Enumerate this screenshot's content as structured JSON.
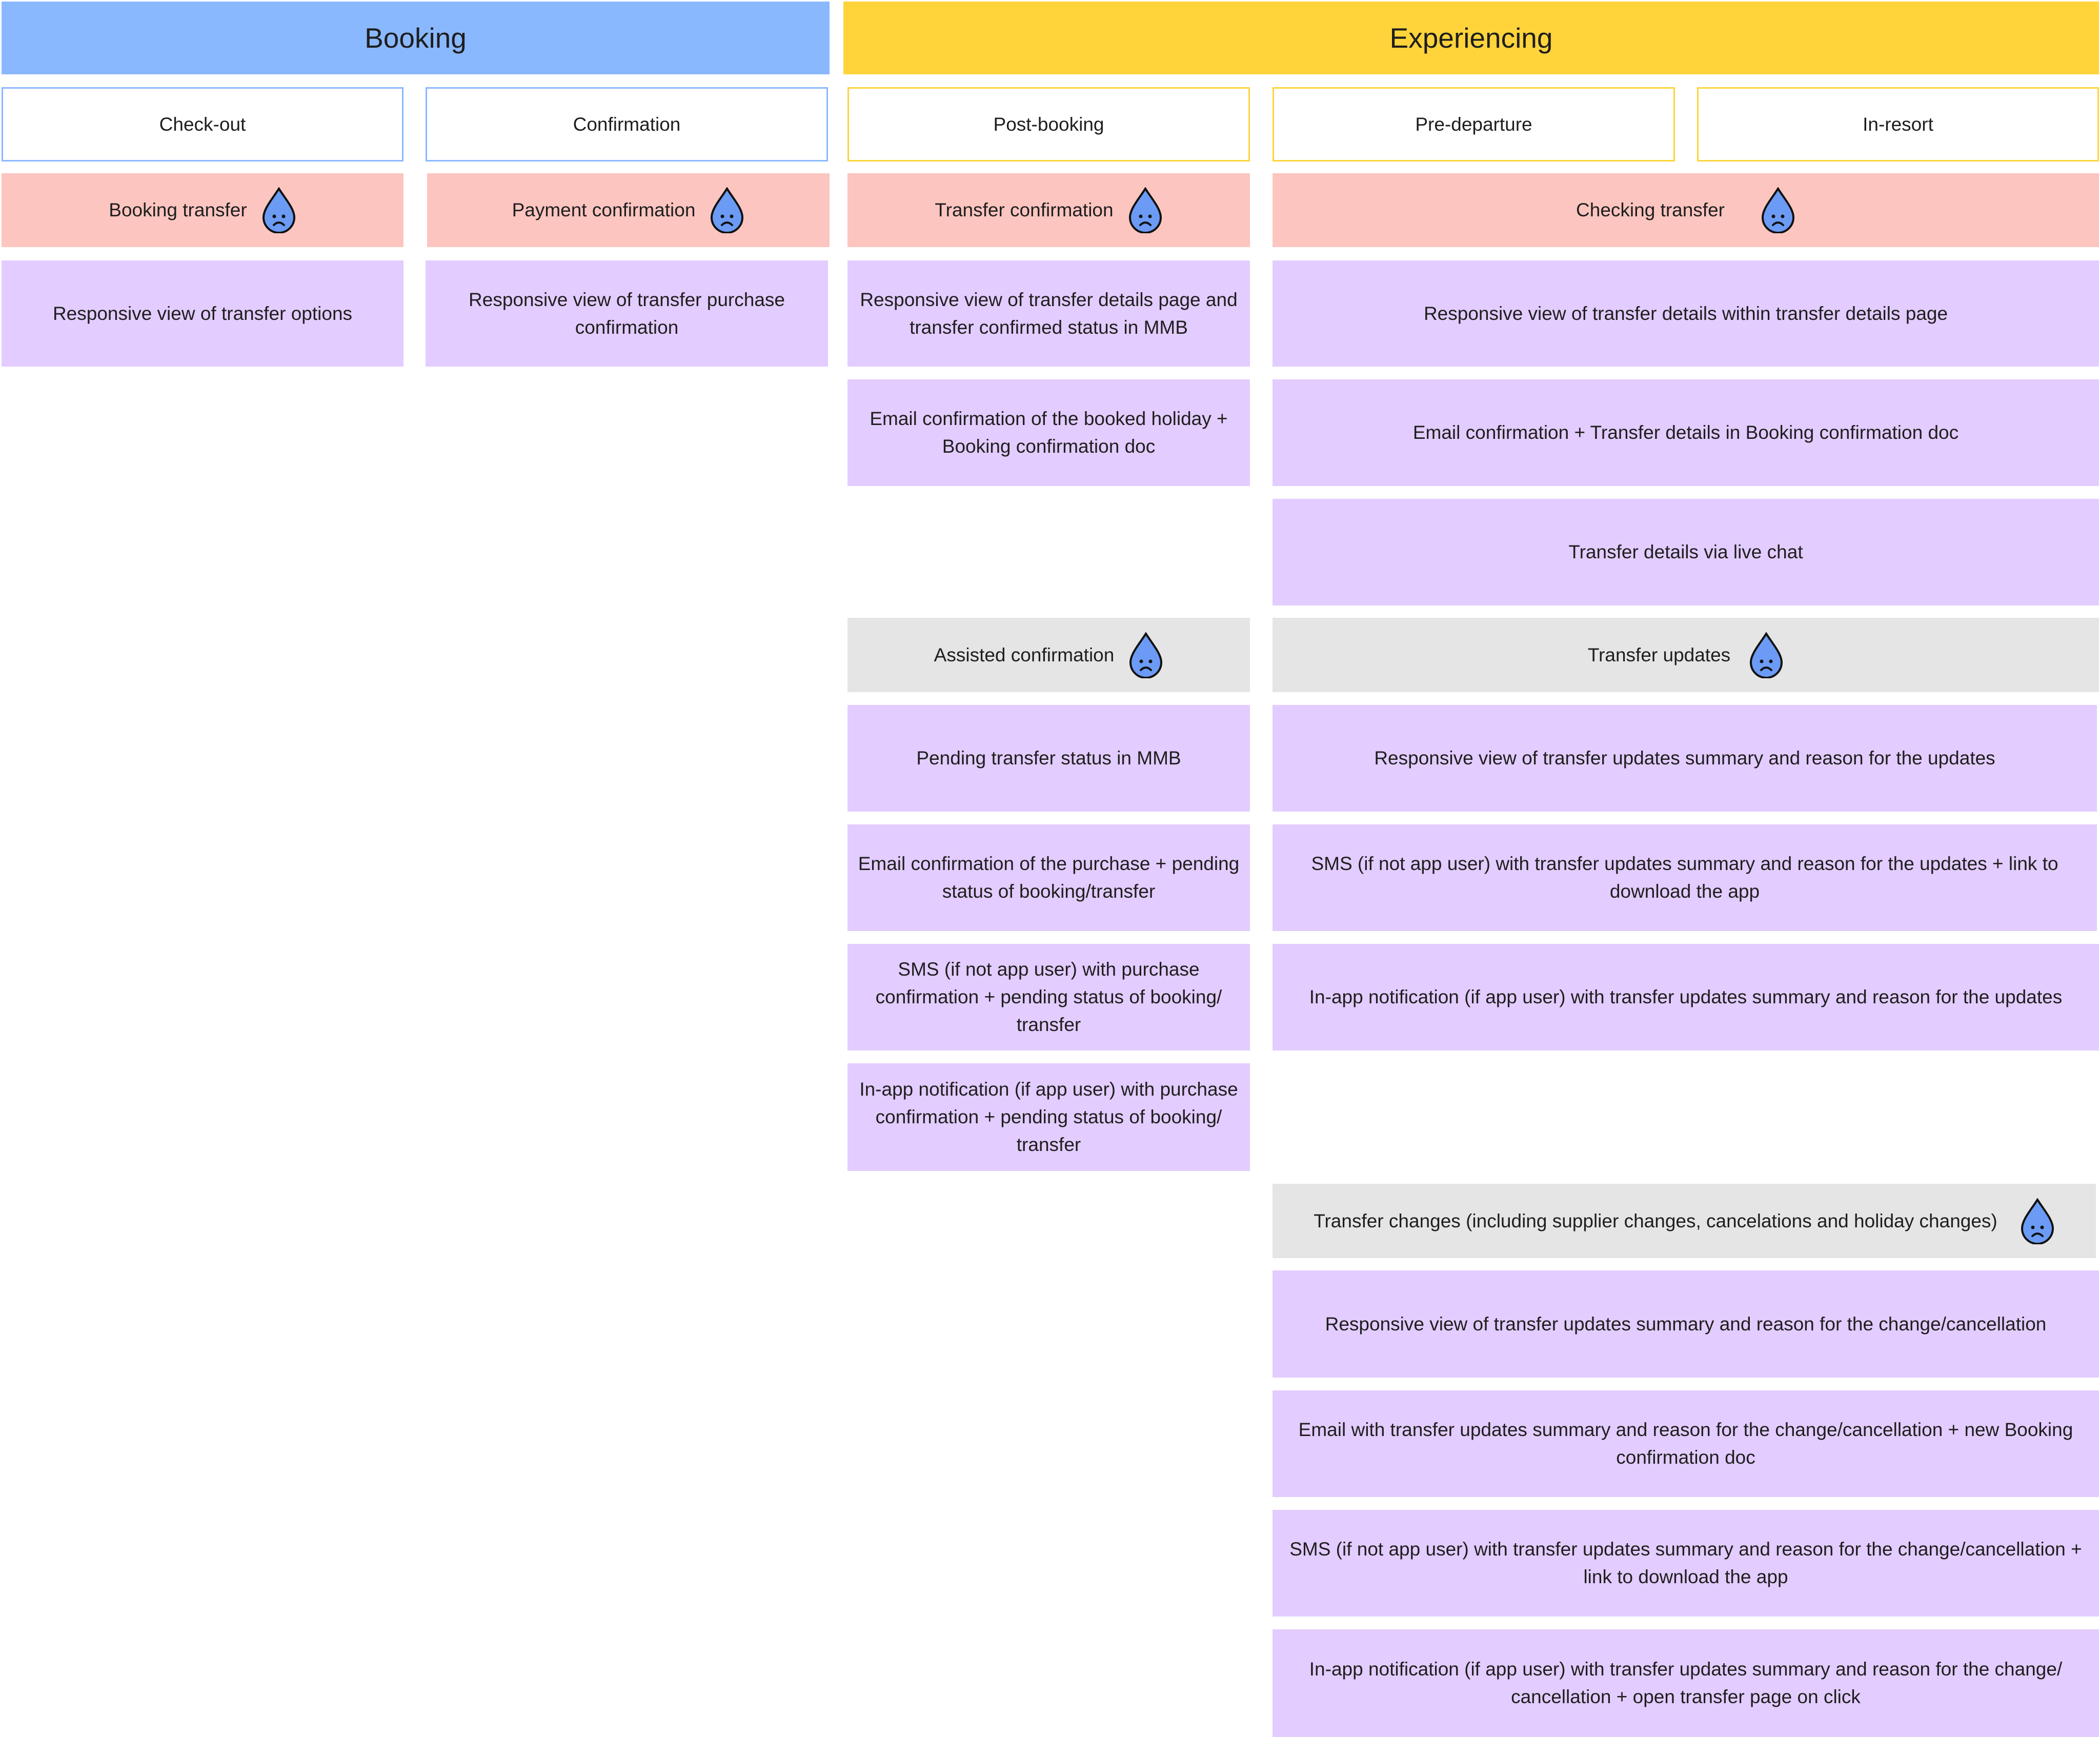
{
  "phases": {
    "booking": "Booking",
    "experiencing": "Experiencing"
  },
  "stages": {
    "checkout": "Check-out",
    "confirmation": "Confirmation",
    "post_booking": "Post-booking",
    "pre_departure": "Pre-departure",
    "in_resort": "In-resort"
  },
  "pain_points": {
    "booking_transfer": "Booking transfer",
    "payment_confirmation": "Payment confirmation",
    "transfer_confirmation": "Transfer confirmation",
    "checking_transfer": "Checking transfer",
    "assisted_confirmation": "Assisted confirmation",
    "transfer_updates": "Transfer updates",
    "transfer_changes": "Transfer changes (including supplier changes, cancelations and holiday changes)"
  },
  "cards": {
    "checkout_1": "Responsive view of transfer options",
    "confirmation_1": "Responsive view of transfer purchase confirmation",
    "post_1": "Responsive view of transfer details page and transfer confirmed status in MMB",
    "post_2": "Email confirmation of the booked holiday + Booking confirmation doc",
    "check_1": "Responsive view of transfer details within transfer details page",
    "check_2": "Email confirmation + Transfer details in Booking confirmation doc",
    "check_3": "Transfer details via live chat",
    "assist_1": "Pending transfer status in MMB",
    "assist_2": "Email confirmation of the purchase + pending status of booking/transfer",
    "assist_3": "SMS  (if not app user) with purchase confirmation + pending status of booking/ transfer",
    "assist_4": "In-app notification (if app user) with purchase confirmation + pending status of booking/ transfer",
    "updates_1": "Responsive view of transfer updates summary and reason for the updates",
    "updates_2": "SMS (if not app user) with transfer updates summary and reason for the updates + link to download the app",
    "updates_3": "In-app notification (if app user) with transfer updates summary and reason for the updates",
    "changes_1": "Responsive view of transfer updates summary and reason for the change/cancellation",
    "changes_2": "Email with transfer updates summary and reason for the change/cancellation + new Booking confirmation doc",
    "changes_3": "SMS (if not app user)  with transfer updates summary and reason for the change/cancellation + link to download the app",
    "changes_4": "In-app notification (if app user) with transfer updates summary and reason for the change/ cancellation + open transfer page on click"
  },
  "icon": "sad-drop-icon",
  "colors": {
    "booking_header": "#8ab8ff",
    "experiencing_header": "#ffd43b",
    "pain_point": "#fcc5c0",
    "assisted": "#e5e5e5",
    "card": "#e3ccff",
    "drop_fill": "#6b9bf5"
  }
}
